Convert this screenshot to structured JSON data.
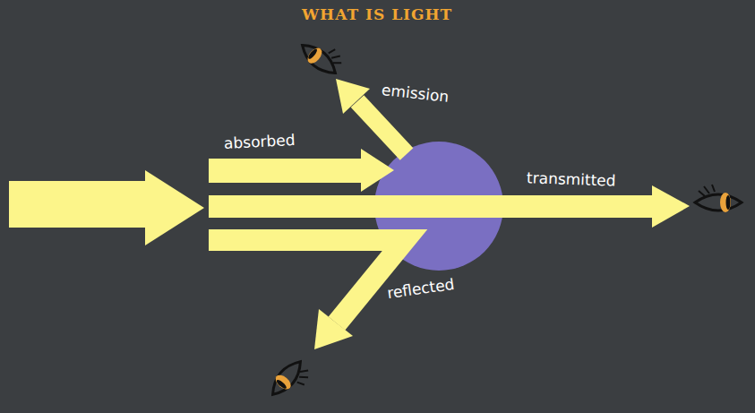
{
  "diagram": {
    "title": "WHAT IS LIGHT",
    "labels": [
      "absorbed",
      "emission",
      "transmitted",
      "reflected"
    ]
  }
}
